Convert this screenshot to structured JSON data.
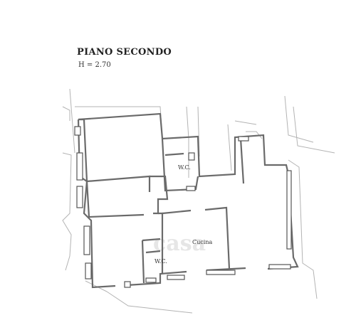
{
  "title": "PIANO SECONDO",
  "height_label": "H = 2.70",
  "rooms": [
    {
      "label": "W.C."
    },
    {
      "label": "Cucina"
    },
    {
      "label": "W.C."
    }
  ],
  "watermark": "casa",
  "colors": {
    "wall": "#6a6a6a",
    "thin_line": "#b0b0b0",
    "watermark": "#e4e4e4"
  }
}
